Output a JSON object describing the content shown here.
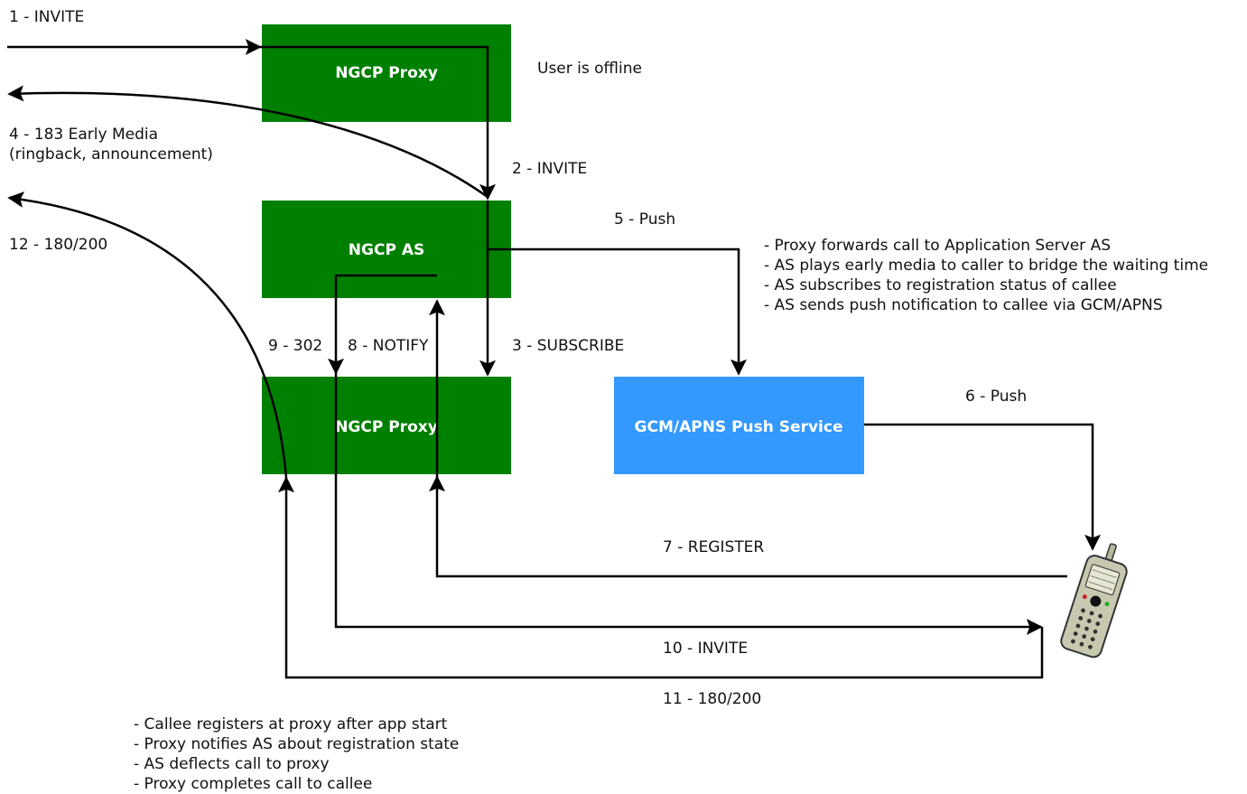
{
  "colors": {
    "proxy_box": "#008000",
    "push_box": "#3399ff",
    "box_text": "#ffffff",
    "line": "#000000",
    "text": "#111111"
  },
  "boxes": {
    "top_proxy": "NGCP Proxy",
    "as": "NGCP AS",
    "bottom_proxy": "NGCP Proxy",
    "push_service": "GCM/APNS Push Service"
  },
  "labels": {
    "step1": "1 - INVITE",
    "user_offline": "User is offline",
    "step4_line1": "4 - 183 Early Media",
    "step4_line2": "(ringback, announcement)",
    "step2": "2 - INVITE",
    "step5": "5 - Push",
    "step12": "12 - 180/200",
    "step9": "9 - 302",
    "step8": "8 - NOTIFY",
    "step3": "3 - SUBSCRIBE",
    "step6": "6 - Push",
    "step7": "7 - REGISTER",
    "step10": "10 - INVITE",
    "step11": "11 - 180/200"
  },
  "notes": {
    "right": [
      "- Proxy forwards call to Application Server AS",
      "- AS plays early media to caller to bridge the waiting time",
      "- AS subscribes to registration status of callee",
      "- AS sends push notification to callee via GCM/APNS"
    ],
    "bottom": [
      "- Callee registers at proxy after app start",
      "- Proxy notifies AS about registration state",
      "- AS deflects call to proxy",
      "- Proxy completes call to callee"
    ]
  },
  "icons": {
    "callee_phone": "mobile-phone-icon"
  }
}
